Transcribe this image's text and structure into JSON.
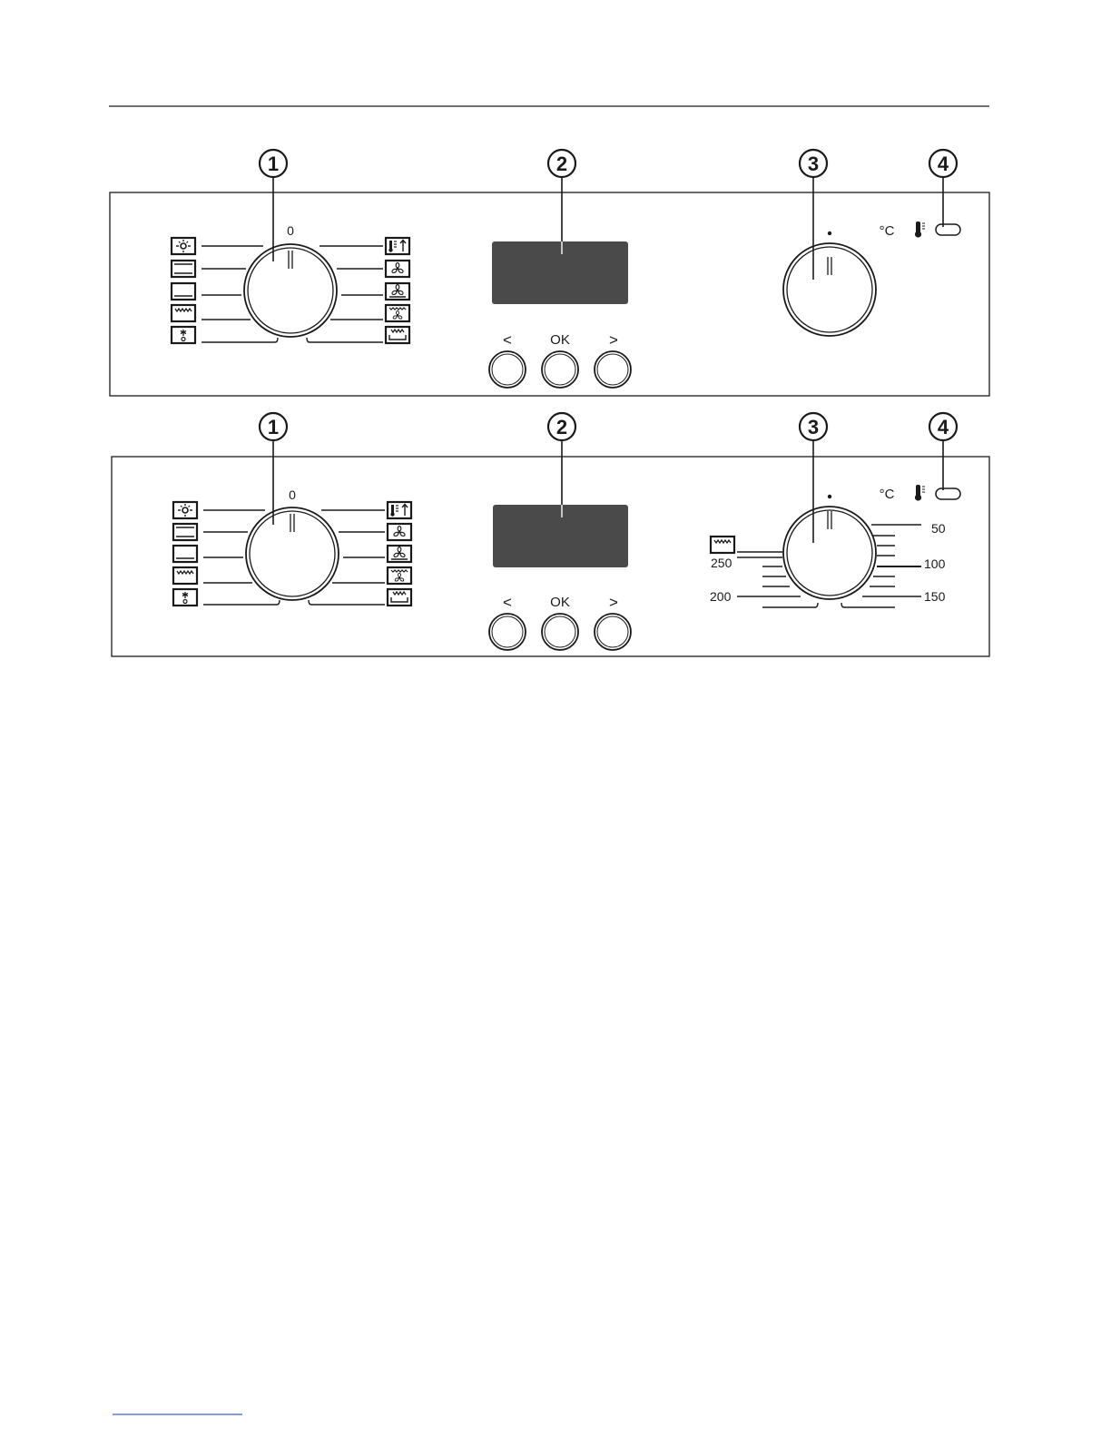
{
  "callouts": [
    "1",
    "2",
    "3",
    "4"
  ],
  "selector_knob": {
    "zero_label": "0"
  },
  "function_icons_left": [
    "light-icon",
    "conventional-heat-icon",
    "bottom-heat-icon",
    "grill-icon",
    "defrost-icon"
  ],
  "function_icons_right": [
    "rapid-heatup-icon",
    "fan-plus-icon",
    "fan-bottom-heat-icon",
    "fan-grill-icon",
    "intensive-bake-icon"
  ],
  "buttons": {
    "left": "<",
    "ok": "OK",
    "right": ">"
  },
  "status": {
    "unit": "°C",
    "thermometer_icon": "thermometer-icon",
    "indicator": "indicator-lamp"
  },
  "temperature_scale": [
    "50",
    "100",
    "150",
    "200",
    "250"
  ],
  "temperature_scale_icon": "grill-icon"
}
